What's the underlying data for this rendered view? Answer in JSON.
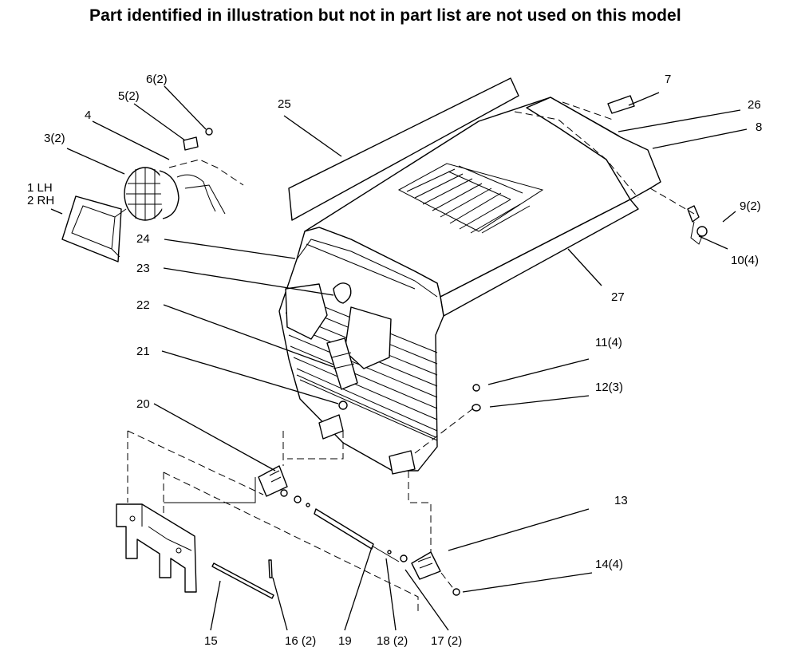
{
  "title": "Part identified in illustration but not in part list are not used on this model",
  "callouts": [
    {
      "id": "c1lh",
      "text": "1 LH"
    },
    {
      "id": "c2rh",
      "text": "2 RH"
    },
    {
      "id": "c3",
      "text": "3(2)"
    },
    {
      "id": "c4",
      "text": "4"
    },
    {
      "id": "c5",
      "text": "5(2)"
    },
    {
      "id": "c6",
      "text": "6(2)"
    },
    {
      "id": "c7",
      "text": "7"
    },
    {
      "id": "c8",
      "text": "8"
    },
    {
      "id": "c9",
      "text": "9(2)"
    },
    {
      "id": "c10",
      "text": "10(4)"
    },
    {
      "id": "c11",
      "text": "11(4)"
    },
    {
      "id": "c12",
      "text": "12(3)"
    },
    {
      "id": "c13",
      "text": "13"
    },
    {
      "id": "c14",
      "text": "14(4)"
    },
    {
      "id": "c15",
      "text": "15"
    },
    {
      "id": "c16",
      "text": "16 (2)"
    },
    {
      "id": "c17",
      "text": "17 (2)"
    },
    {
      "id": "c18",
      "text": "18 (2)"
    },
    {
      "id": "c19",
      "text": "19"
    },
    {
      "id": "c20",
      "text": "20"
    },
    {
      "id": "c21",
      "text": "21"
    },
    {
      "id": "c22",
      "text": "22"
    },
    {
      "id": "c23",
      "text": "23"
    },
    {
      "id": "c24",
      "text": "24"
    },
    {
      "id": "c25",
      "text": "25"
    },
    {
      "id": "c26",
      "text": "26"
    },
    {
      "id": "c27",
      "text": "27"
    }
  ]
}
